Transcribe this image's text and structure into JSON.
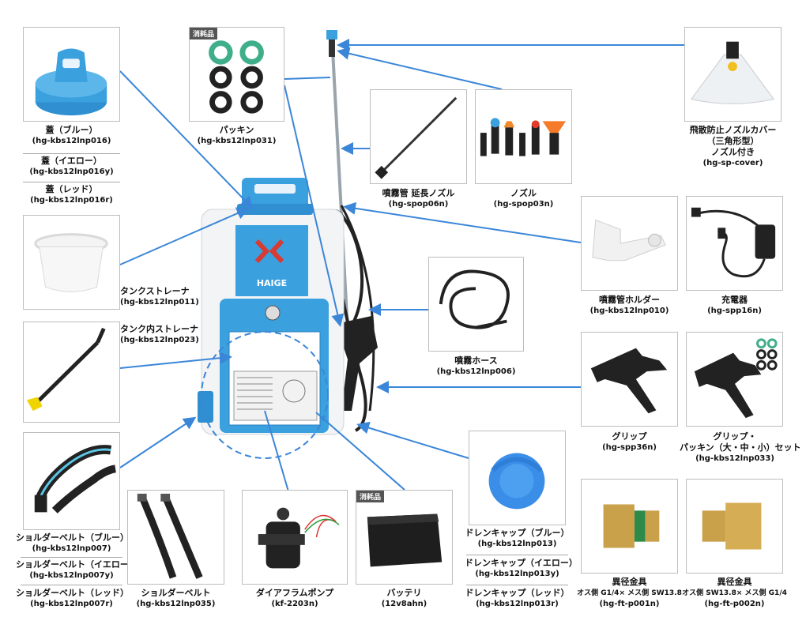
{
  "parts": {
    "lid": {
      "names": [
        "蓋（ブルー）",
        "蓋（イエロー）",
        "蓋（レッド）"
      ],
      "codes": [
        "(hg-kbs12lnp016)",
        "(hg-kbs12lnp016y)",
        "(hg-kbs12lnp016r)"
      ]
    },
    "packing": {
      "badge": "消耗品",
      "name": "パッキン",
      "code": "(hg-kbs12lnp031)"
    },
    "extension": {
      "name": "噴霧管 延長ノズル",
      "code": "(hg-spop06n)"
    },
    "nozzle": {
      "name": "ノズル",
      "code": "(hg-spop03n)"
    },
    "cover": {
      "lines": [
        "飛散防止ノズルカバー",
        "（三角形型）",
        "ノズル付き"
      ],
      "code": "(hg-sp-cover)"
    },
    "strainer": {
      "name": "タンクストレーナ",
      "code": "(hg-kbs12lnp011)"
    },
    "inner_strainer": {
      "name": "タンク内ストレーナ",
      "code": "(hg-kbs12lnp023)"
    },
    "holder": {
      "name": "噴霧管ホルダー",
      "code": "(hg-kbs12lnp010)"
    },
    "charger": {
      "name": "充電器",
      "code": "(hg-spp16n)"
    },
    "hose": {
      "name": "噴霧ホース",
      "code": "(hg-kbs12lnp006)"
    },
    "grip": {
      "name": "グリップ",
      "code": "(hg-spp36n)"
    },
    "grip_set": {
      "lines": [
        "グリップ・",
        "パッキン（大・中・小）セット"
      ],
      "code": "(hg-kbs12lnp033)"
    },
    "belt": {
      "names": [
        "ショルダーベルト（ブルー）",
        "ショルダーベルト（イエロー）",
        "ショルダーベルト（レッド）"
      ],
      "codes": [
        "(hg-kbs12lnp007)",
        "(hg-kbs12lnp007y)",
        "(hg-kbs12lnp007r)"
      ]
    },
    "belt2": {
      "name": "ショルダーベルト",
      "code": "(hg-kbs12lnp035)"
    },
    "pump": {
      "name": "ダイアフラムポンプ",
      "code": "(kf-2203n)"
    },
    "battery": {
      "badge": "消耗品",
      "name": "バッテリ",
      "code": "(12v8ahn)"
    },
    "drain": {
      "names": [
        "ドレンキャップ（ブルー）",
        "ドレンキャップ（イエロー）",
        "ドレンキャップ（レッド）"
      ],
      "codes": [
        "(hg-kbs12lnp013)",
        "(hg-kbs12lnp013y)",
        "(hg-kbs12lnp013r)"
      ]
    },
    "fitting1": {
      "name": "異径金具",
      "spec": "オス側 G1/4× メス側 SW13.8",
      "code": "(hg-ft-p001n)"
    },
    "fitting2": {
      "name": "異径金具",
      "spec": "オス側 SW13.8× メス側 G1/4",
      "code": "(hg-ft-p002n)"
    }
  },
  "product": {
    "brand": "HAIGE"
  },
  "colors": {
    "accent": "#3a86d8",
    "part_blue": "#3aa0de",
    "line": "#3a86d8"
  }
}
